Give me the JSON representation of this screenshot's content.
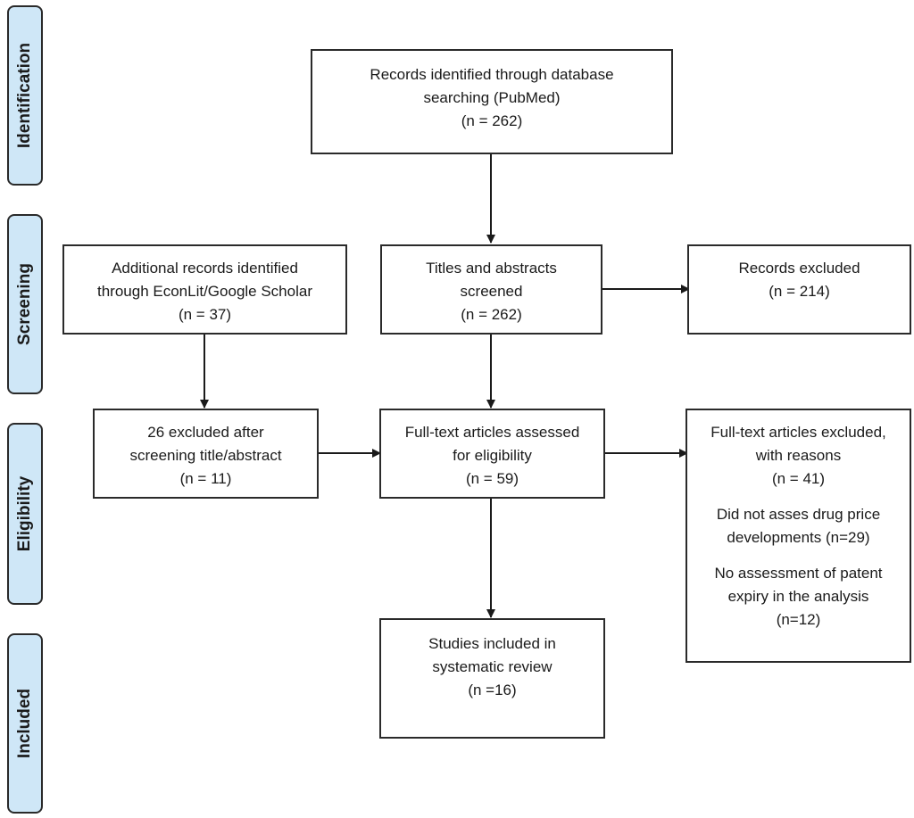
{
  "phases": {
    "identification": "Identification",
    "screening": "Screening",
    "eligibility": "Eligibility",
    "included": "Included"
  },
  "boxes": {
    "database_search": {
      "lines": [
        "Records identified through database",
        "searching (PubMed)",
        "(n = 262)"
      ]
    },
    "additional_records": {
      "lines": [
        "Additional records identified",
        "through EconLit/Google Scholar",
        "(n = 37)"
      ]
    },
    "titles_screened": {
      "lines": [
        "Titles and abstracts",
        "screened",
        "(n = 262)"
      ]
    },
    "records_excluded": {
      "lines": [
        "Records excluded",
        "(n = 214)"
      ]
    },
    "excluded_after_screening": {
      "lines": [
        "26 excluded after",
        "screening title/abstract",
        "(n = 11)"
      ]
    },
    "fulltext_assessed": {
      "lines": [
        "Full-text articles assessed",
        "for eligibility",
        "(n = 59)"
      ]
    },
    "fulltext_excluded": {
      "lines": [
        "Full-text articles excluded,",
        "with reasons",
        "(n = 41)"
      ],
      "reason1": [
        "Did not asses drug price",
        "developments (n=29)"
      ],
      "reason2": [
        "No assessment of patent",
        "expiry in the analysis",
        "(n=12)"
      ]
    },
    "studies_included": {
      "lines": [
        "Studies included in",
        "systematic review",
        "(n =16)"
      ]
    }
  }
}
